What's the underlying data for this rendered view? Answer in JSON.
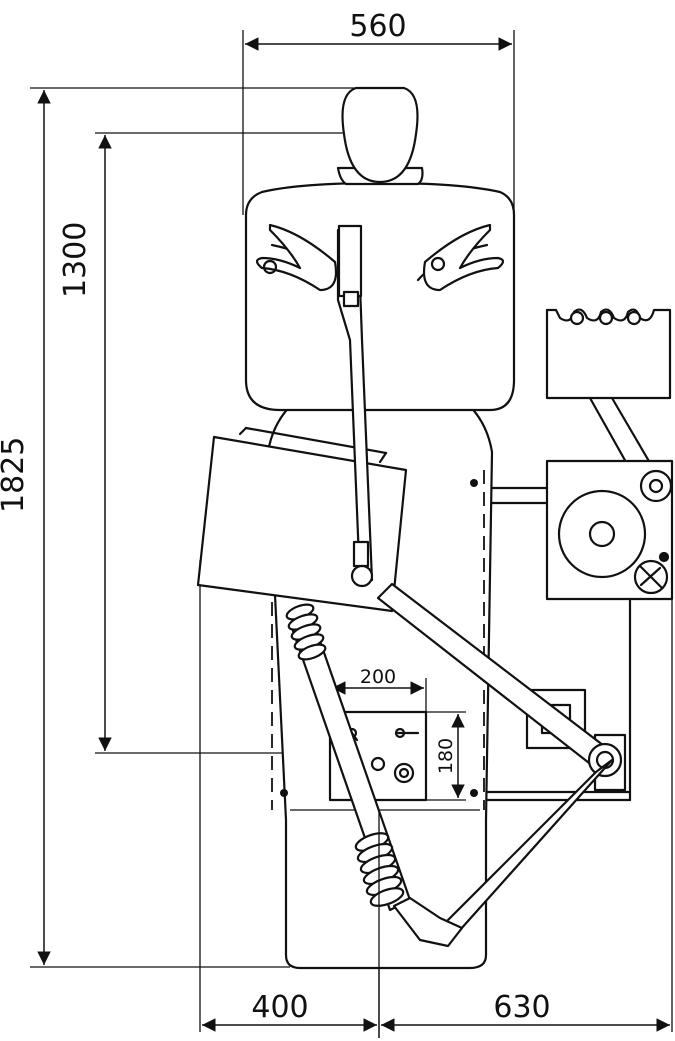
{
  "dimensions": {
    "overall_width": "560",
    "overall_length": "1825",
    "inner_length": "1300",
    "left_offset": "400",
    "right_offset": "630",
    "box_width": "200",
    "box_height": "180"
  },
  "colors": {
    "line": "#111111",
    "background": "#ffffff"
  }
}
